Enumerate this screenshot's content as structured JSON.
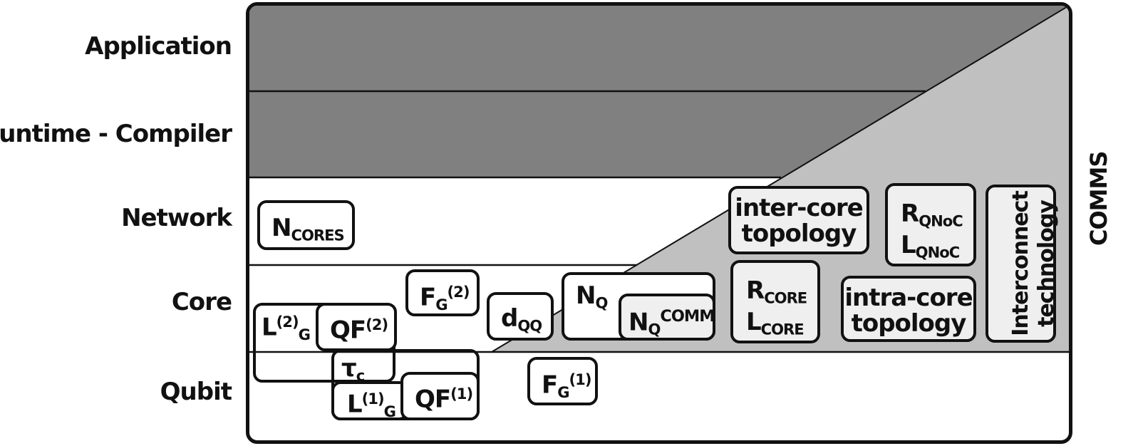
{
  "layers": {
    "application": "Application",
    "runtime": "Runtime - Compiler",
    "network": "Network",
    "core": "Core",
    "qubit": "Qubit"
  },
  "comms": "COMMS",
  "colors": {
    "upper_layers_fill": "#808080",
    "comms_wedge_fill": "#c0c0c0",
    "box_fill": "#efefef",
    "outline": "#111111"
  },
  "boxes": {
    "n_cores": {
      "main": "N",
      "sub": "CORES"
    },
    "fg2": {
      "main": "F",
      "sub": "G",
      "sup": "(2)"
    },
    "lg2": {
      "main": "L",
      "sup": "(2)",
      "sub": "G"
    },
    "qf2": {
      "main": "QF",
      "sup": "(2)"
    },
    "tau_c": {
      "main": "τ",
      "sub": "c"
    },
    "lg1": {
      "main": "L",
      "sup": "(1)",
      "sub": "G"
    },
    "qf1": {
      "main": "QF",
      "sup": "(1)"
    },
    "d_qq": {
      "main": "d",
      "sub": "QQ"
    },
    "n_q": {
      "main": "N",
      "sub": "Q"
    },
    "n_q_comm": {
      "main": "N",
      "sub": "Q",
      "sup": "COMM"
    },
    "fg1": {
      "main": "F",
      "sub": "G",
      "sup": "(1)"
    },
    "inter_core": {
      "line1": "inter-core",
      "line2": "topology"
    },
    "r_qnoc": {
      "main": "R",
      "sub": "QNoC"
    },
    "l_qnoc": {
      "main": "L",
      "sub": "QNoC"
    },
    "r_core": {
      "main": "R",
      "sub": "CORE"
    },
    "l_core": {
      "main": "L",
      "sub": "CORE"
    },
    "intra_core": {
      "line1": "intra-core",
      "line2": "topology"
    },
    "interconnect": {
      "line1": "Interconnect",
      "line2": "technology"
    }
  }
}
